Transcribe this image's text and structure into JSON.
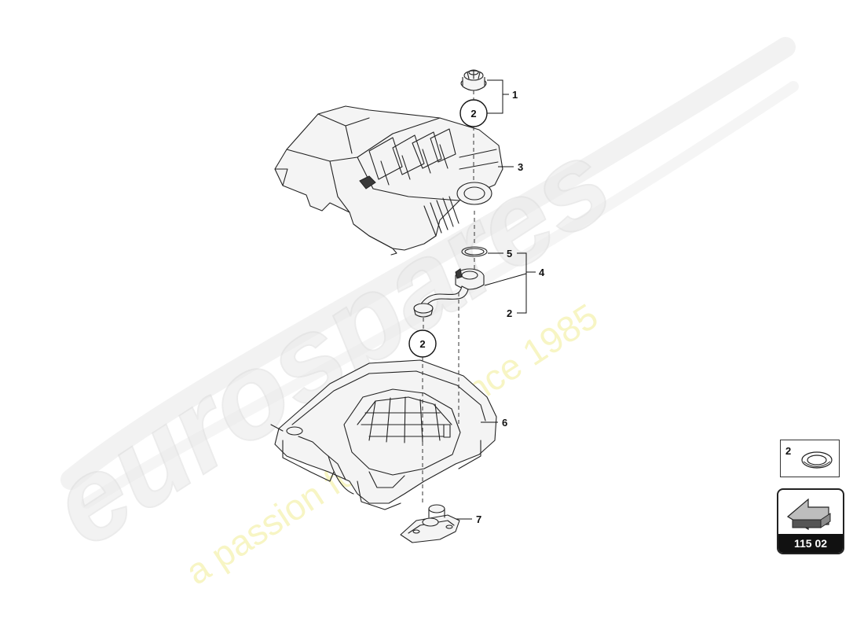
{
  "diagram": {
    "callouts": {
      "c1": "1",
      "c2_top": "2",
      "c3": "3",
      "c4": "4",
      "c5": "5",
      "c2_right": "2",
      "c2_mid": "2",
      "c6": "6",
      "c7": "7"
    },
    "watermark": {
      "brand": "eurospares",
      "tagline": "a passion for parts since 1985"
    }
  },
  "legend": {
    "item_number": "2"
  },
  "nav": {
    "label": "115 02"
  }
}
